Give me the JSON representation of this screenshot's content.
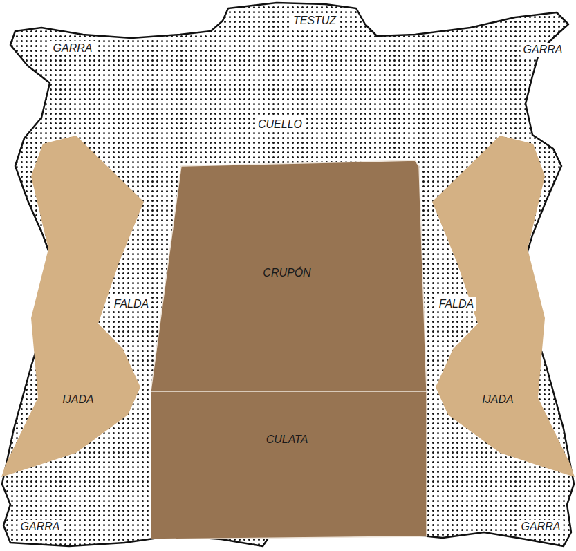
{
  "diagram": {
    "nodes": [
      {
        "text": [
          "CRUPÓN"
        ]
      },
      {
        "text": [
          "IJADA"
        ]
      },
      {
        "text": [
          "IJADA"
        ]
      },
      {
        "text": [
          "CULATA"
        ]
      }
    ],
    "labels": [
      "TESTUZ",
      "GARRA",
      "CUELLO",
      "GARRA",
      "FALDA",
      "FALDA",
      "GARRA",
      "GARRA"
    ]
  }
}
